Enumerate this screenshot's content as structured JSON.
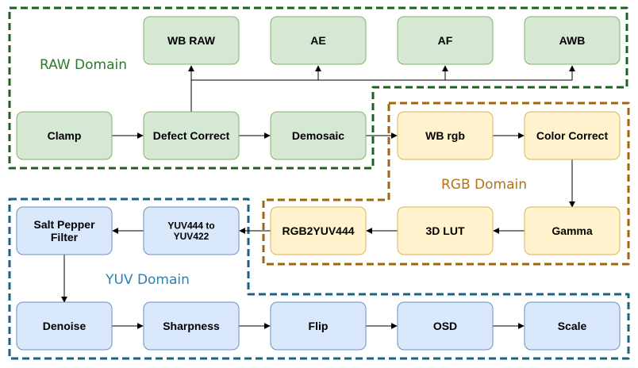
{
  "domains": {
    "raw": {
      "label": "RAW Domain",
      "color": "#1f5f1f"
    },
    "rgb": {
      "label": "RGB Domain",
      "color": "#a0650f"
    },
    "yuv": {
      "label": "YUV Domain",
      "color": "#1f5f80"
    }
  },
  "text_colors": {
    "raw": "#2a7a2a",
    "rgb": "#b87310",
    "yuv": "#2a80b0"
  },
  "node_styles": {
    "raw": {
      "fill": "#d5e8d4",
      "stroke": "#82b366"
    },
    "rgb": {
      "fill": "#fff2cc",
      "stroke": "#d6b656"
    },
    "yuv": {
      "fill": "#dae8fc",
      "stroke": "#6c8ebf"
    }
  },
  "nodes": {
    "wb_raw": {
      "label": [
        "WB RAW"
      ],
      "domain": "raw"
    },
    "ae": {
      "label": [
        "AE"
      ],
      "domain": "raw"
    },
    "af": {
      "label": [
        "AF"
      ],
      "domain": "raw"
    },
    "awb": {
      "label": [
        "AWB"
      ],
      "domain": "raw"
    },
    "clamp": {
      "label": [
        "Clamp"
      ],
      "domain": "raw"
    },
    "defect_correct": {
      "label": [
        "Defect Correct"
      ],
      "domain": "raw"
    },
    "demosaic": {
      "label": [
        "Demosaic"
      ],
      "domain": "raw"
    },
    "wb_rgb": {
      "label": [
        "WB rgb"
      ],
      "domain": "rgb"
    },
    "color_correct": {
      "label": [
        "Color Correct"
      ],
      "domain": "rgb"
    },
    "gamma": {
      "label": [
        "Gamma"
      ],
      "domain": "rgb"
    },
    "lut_3d": {
      "label": [
        "3D LUT"
      ],
      "domain": "rgb"
    },
    "rgb2yuv444": {
      "label": [
        "RGB2YUV444"
      ],
      "domain": "rgb"
    },
    "yuv444_to_yuv422": {
      "label": [
        "YUV444 to",
        "YUV422"
      ],
      "domain": "yuv"
    },
    "salt_pepper_filter": {
      "label": [
        "Salt Pepper",
        "Filter"
      ],
      "domain": "yuv"
    },
    "denoise": {
      "label": [
        "Denoise"
      ],
      "domain": "yuv"
    },
    "sharpness": {
      "label": [
        "Sharpness"
      ],
      "domain": "yuv"
    },
    "flip": {
      "label": [
        "Flip"
      ],
      "domain": "yuv"
    },
    "osd": {
      "label": [
        "OSD"
      ],
      "domain": "yuv"
    },
    "scale": {
      "label": [
        "Scale"
      ],
      "domain": "yuv"
    }
  },
  "edges": [
    {
      "from": "clamp",
      "to": "defect_correct"
    },
    {
      "from": "defect_correct",
      "to": "demosaic"
    },
    {
      "from": "defect_correct",
      "to": "wb_raw"
    },
    {
      "from": "defect_correct",
      "to": "ae"
    },
    {
      "from": "defect_correct",
      "to": "af"
    },
    {
      "from": "defect_correct",
      "to": "awb"
    },
    {
      "from": "demosaic",
      "to": "wb_rgb"
    },
    {
      "from": "wb_rgb",
      "to": "color_correct"
    },
    {
      "from": "color_correct",
      "to": "gamma"
    },
    {
      "from": "gamma",
      "to": "lut_3d"
    },
    {
      "from": "lut_3d",
      "to": "rgb2yuv444"
    },
    {
      "from": "rgb2yuv444",
      "to": "yuv444_to_yuv422"
    },
    {
      "from": "yuv444_to_yuv422",
      "to": "salt_pepper_filter"
    },
    {
      "from": "salt_pepper_filter",
      "to": "denoise"
    },
    {
      "from": "denoise",
      "to": "sharpness"
    },
    {
      "from": "sharpness",
      "to": "flip"
    },
    {
      "from": "flip",
      "to": "osd"
    },
    {
      "from": "osd",
      "to": "scale"
    }
  ]
}
